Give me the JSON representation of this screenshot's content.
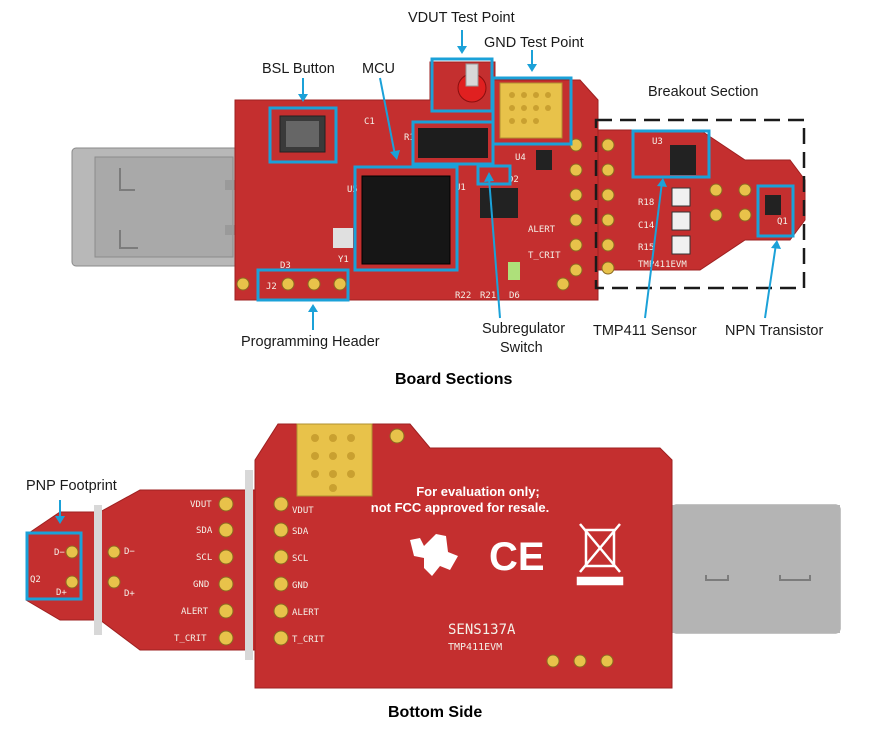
{
  "top_labels": {
    "vdut_test_point": "VDUT Test Point",
    "gnd_test_point": "GND Test Point",
    "bsl_button": "BSL Button",
    "mcu": "MCU",
    "breakout_section": "Breakout Section",
    "programming_header": "Programming Header",
    "subregulator_switch_line1": "Subregulator",
    "subregulator_switch_line2": "Switch",
    "tmp411_sensor": "TMP411 Sensor",
    "npn_transistor": "NPN Transistor"
  },
  "captions": {
    "board_sections": "Board Sections",
    "bottom_side": "Bottom Side"
  },
  "bottom_labels": {
    "pnp_footprint": "PNP Footprint"
  },
  "silkscreen_top": {
    "j2": "J2",
    "d3": "D3",
    "u5": "U5",
    "u1": "U1",
    "u4": "U4",
    "u3": "U3",
    "d2": "D2",
    "d6": "D6",
    "q1": "Q1",
    "y1": "Y1",
    "c1": "C1",
    "r1": "R1",
    "r18": "R18",
    "c14": "C14",
    "r15": "R15",
    "r21": "R21",
    "r22": "R22",
    "alert": "ALERT",
    "t_crit": "T_CRIT",
    "tmp411evm": "TMP411EVM"
  },
  "silkscreen_bottom": {
    "pins": [
      "VDUT",
      "SDA",
      "SCL",
      "GND",
      "ALERT",
      "T_CRIT"
    ],
    "dminus": "D−",
    "dplus": "D+",
    "q2": "Q2",
    "fcc_line1": "For evaluation only;",
    "fcc_line2": "not FCC approved for resale.",
    "ce_mark": "CE",
    "board_id": "SENS137A",
    "board_name": "TMP411EVM"
  },
  "colors": {
    "pcb_red": "#c42f2f",
    "pcb_dark": "#a82424",
    "callout_blue": "#1ba1d8",
    "pad_gold": "#e8c24a",
    "usb_grey": "#b4b4b4"
  }
}
